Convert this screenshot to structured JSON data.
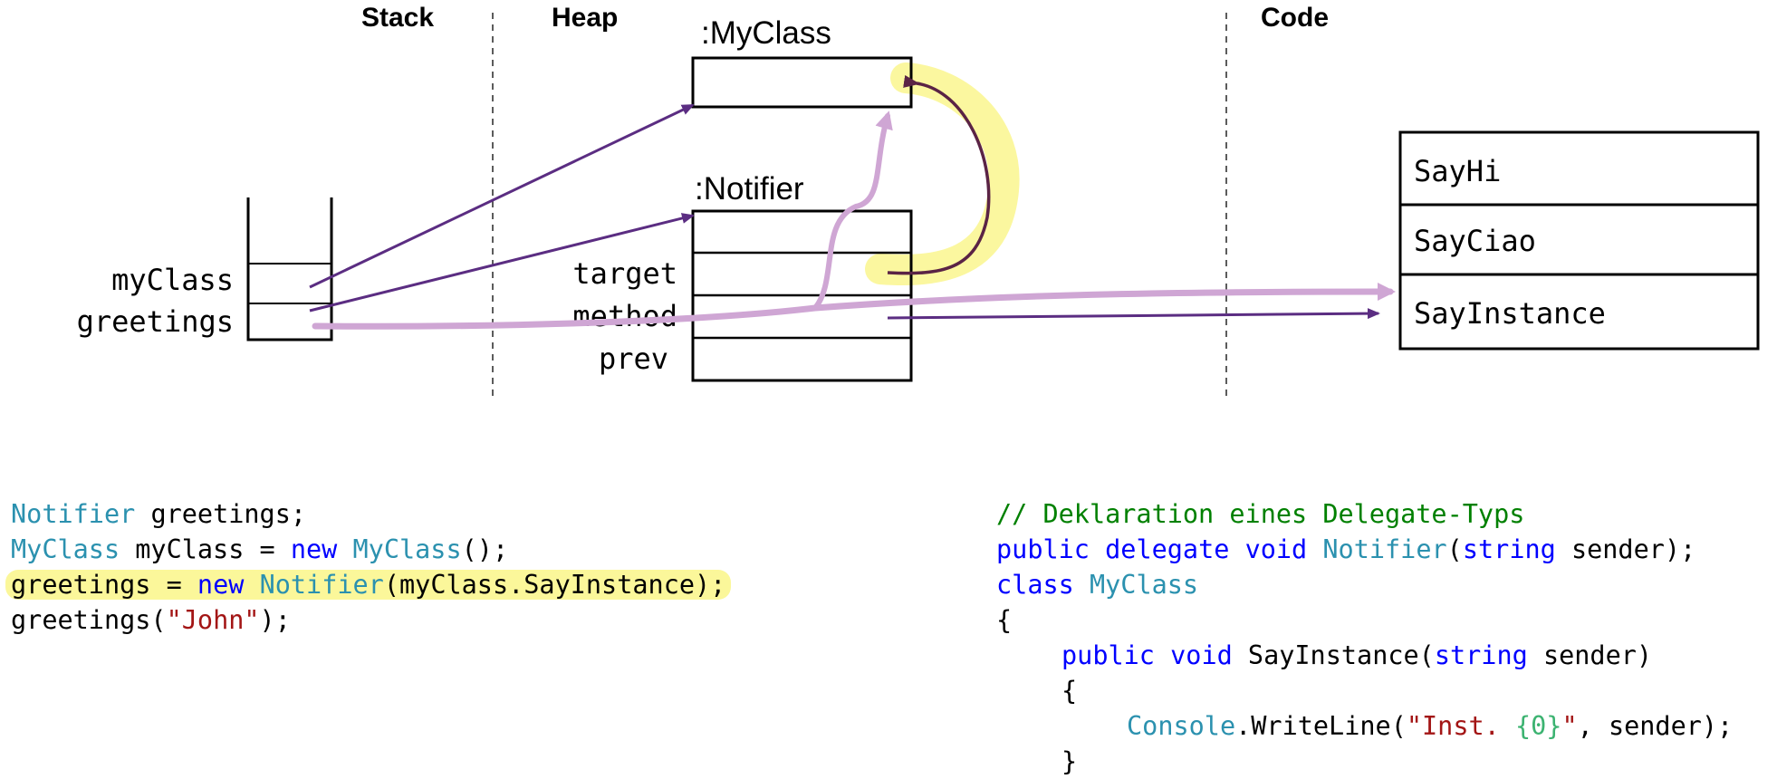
{
  "headers": {
    "stack": "Stack",
    "heap": "Heap",
    "code": "Code"
  },
  "objects": {
    "myclass_title": ":MyClass",
    "notifier_title": ":Notifier",
    "notifier_fields": [
      "target",
      "method",
      "prev"
    ]
  },
  "stack_vars": [
    "myClass",
    "greetings"
  ],
  "methods": [
    "SayHi",
    "SayCiao",
    "SayInstance"
  ],
  "code_left": [
    {
      "highlight": false,
      "tokens": [
        {
          "t": "Notifier",
          "c": "type"
        },
        {
          "t": " greetings;",
          "c": "plain"
        }
      ]
    },
    {
      "highlight": false,
      "tokens": [
        {
          "t": "MyClass",
          "c": "type"
        },
        {
          "t": " myClass = ",
          "c": "plain"
        },
        {
          "t": "new",
          "c": "kw"
        },
        {
          "t": " ",
          "c": "plain"
        },
        {
          "t": "MyClass",
          "c": "type"
        },
        {
          "t": "();",
          "c": "plain"
        }
      ]
    },
    {
      "highlight": true,
      "tokens": [
        {
          "t": "greetings = ",
          "c": "plain"
        },
        {
          "t": "new",
          "c": "kw"
        },
        {
          "t": " ",
          "c": "plain"
        },
        {
          "t": "Notifier",
          "c": "type"
        },
        {
          "t": "(myClass.SayInstance);",
          "c": "plain"
        }
      ]
    },
    {
      "highlight": false,
      "tokens": [
        {
          "t": "greetings(",
          "c": "plain"
        },
        {
          "t": "\"John\"",
          "c": "str"
        },
        {
          "t": ");",
          "c": "plain"
        }
      ]
    }
  ],
  "code_right": [
    {
      "indent": 0,
      "tokens": [
        {
          "t": "// Deklaration eines Delegate-Typs",
          "c": "cmt"
        }
      ]
    },
    {
      "indent": 0,
      "tokens": [
        {
          "t": "public",
          "c": "kw"
        },
        {
          "t": " ",
          "c": "plain"
        },
        {
          "t": "delegate",
          "c": "kw"
        },
        {
          "t": " ",
          "c": "plain"
        },
        {
          "t": "void",
          "c": "kw"
        },
        {
          "t": " ",
          "c": "plain"
        },
        {
          "t": "Notifier",
          "c": "type"
        },
        {
          "t": "(",
          "c": "plain"
        },
        {
          "t": "string",
          "c": "kw"
        },
        {
          "t": " sender);",
          "c": "plain"
        }
      ]
    },
    {
      "indent": 0,
      "tokens": [
        {
          "t": "class",
          "c": "kw"
        },
        {
          "t": " ",
          "c": "plain"
        },
        {
          "t": "MyClass",
          "c": "type"
        }
      ]
    },
    {
      "indent": 0,
      "tokens": [
        {
          "t": "{",
          "c": "plain"
        }
      ]
    },
    {
      "indent": 1,
      "tokens": [
        {
          "t": "public",
          "c": "kw"
        },
        {
          "t": " ",
          "c": "plain"
        },
        {
          "t": "void",
          "c": "kw"
        },
        {
          "t": " SayInstance(",
          "c": "plain"
        },
        {
          "t": "string",
          "c": "kw"
        },
        {
          "t": " sender)",
          "c": "plain"
        }
      ]
    },
    {
      "indent": 1,
      "tokens": [
        {
          "t": "{",
          "c": "plain"
        }
      ]
    },
    {
      "indent": 2,
      "tokens": [
        {
          "t": "Console",
          "c": "type"
        },
        {
          "t": ".WriteLine(",
          "c": "plain"
        },
        {
          "t": "\"Inst. ",
          "c": "str"
        },
        {
          "t": "{0}",
          "c": "ph"
        },
        {
          "t": "\"",
          "c": "str"
        },
        {
          "t": ", sender);",
          "c": "plain"
        }
      ]
    },
    {
      "indent": 1,
      "tokens": [
        {
          "t": "}",
          "c": "plain"
        }
      ]
    }
  ],
  "colors": {
    "arrow_dark": "#5b2d82",
    "arrow_light": "#cfa6d4",
    "arrow_maroon": "#5a2345",
    "highlight": "#fbf79a",
    "type": "#2b91af",
    "keyword": "#0000ff",
    "string": "#a31515",
    "comment": "#008000",
    "placeholder": "#3cb371"
  }
}
